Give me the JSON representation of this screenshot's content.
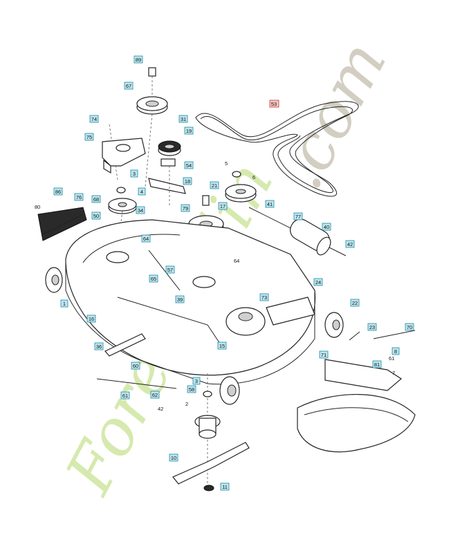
{
  "watermark": {
    "main": "Foretjardin",
    "suffix": ".com",
    "main_color": "#cfe6a1",
    "suffix_color": "#c9c3b4"
  },
  "callout_color": "#bfe6ef",
  "highlight_color": "#f6c7c3",
  "labels": {
    "c89": "89",
    "c67": "67",
    "c53": "53",
    "c74": "74",
    "c31": "31",
    "c75": "75",
    "c19": "19",
    "c54": "54",
    "c5": "5",
    "c6": "6",
    "c3a": "3",
    "c18": "18",
    "c21": "21",
    "c86": "86",
    "c76": "76",
    "c68": "68",
    "c4": "4",
    "c80": "80",
    "c79": "79",
    "c17": "17",
    "c41": "41",
    "c77": "77",
    "c34": "34",
    "c50": "50",
    "c40": "40",
    "c64a": "64",
    "c42a": "42",
    "c64b": "64",
    "c57": "57",
    "c24": "24",
    "c65": "65",
    "c39": "39",
    "c73": "73",
    "c1": "1",
    "c22": "22",
    "c16": "16",
    "c23": "23",
    "c70": "70",
    "c15": "15",
    "c36": "36",
    "c71": "71",
    "c8": "8",
    "c61a": "61",
    "c81": "81",
    "c60": "60",
    "c7": "7",
    "c3b": "3",
    "c58": "58",
    "c61b": "61",
    "c62": "62",
    "c42b": "42",
    "c2": "2",
    "c10": "10",
    "c11": "11"
  }
}
